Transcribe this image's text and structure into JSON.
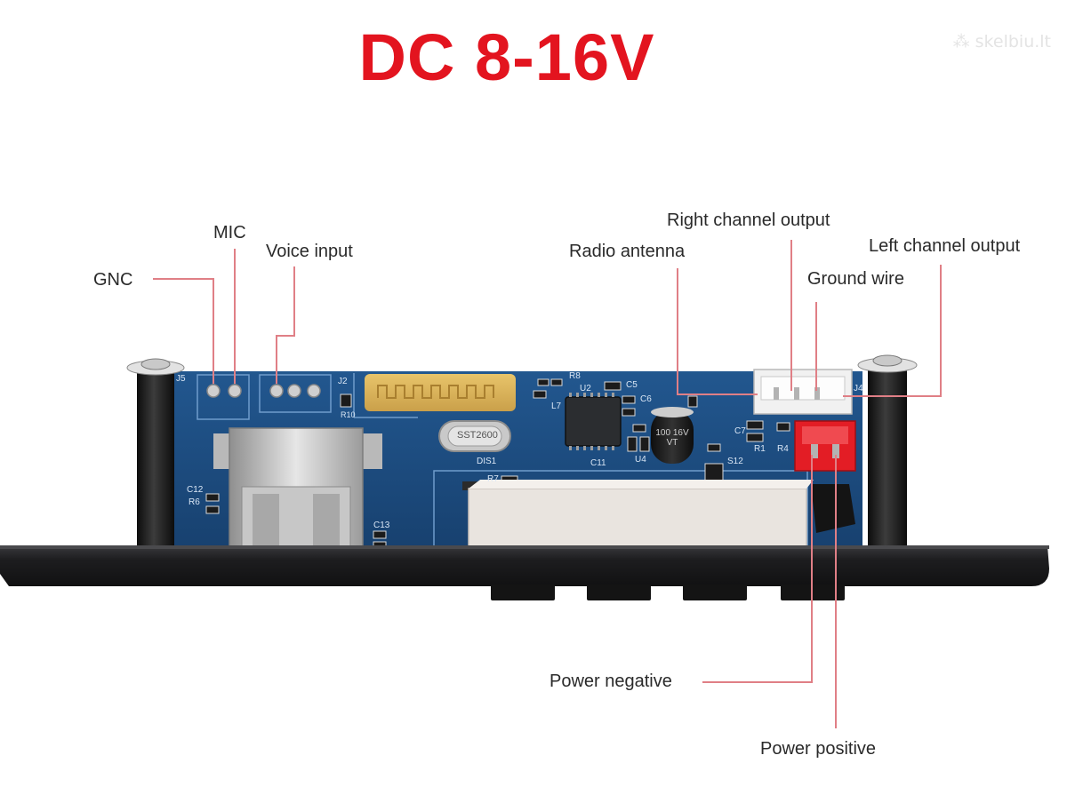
{
  "title": "DC 8-16V",
  "watermark": "skelbiu.lt",
  "labels": {
    "gnc": "GNC",
    "mic": "MIC",
    "voice_input": "Voice input",
    "radio_antenna": "Radio antenna",
    "right_channel_output": "Right channel output",
    "left_channel_output": "Left channel output",
    "ground_wire": "Ground wire",
    "power_negative": "Power negative",
    "power_positive": "Power positive"
  },
  "board_markings": {
    "crystal": "SST2600",
    "cap": "100 16V VT",
    "j5": "J5",
    "j2": "J2",
    "j4": "J4",
    "u2": "U2",
    "u4": "U4",
    "c11": "C11",
    "dis1": "DIS1",
    "r8": "R8",
    "c5": "C5",
    "c6": "C6",
    "l7": "L7",
    "r10": "R10",
    "c12": "C12",
    "r6": "R6",
    "c13": "C13",
    "r7": "R7",
    "r1": "R1",
    "r4": "R4",
    "s12": "S12",
    "c7": "C7"
  },
  "colors": {
    "title": "#e3141f",
    "leader": "#e07f86",
    "pcb": "#1c4d82",
    "panel": "#1b1b1d"
  }
}
